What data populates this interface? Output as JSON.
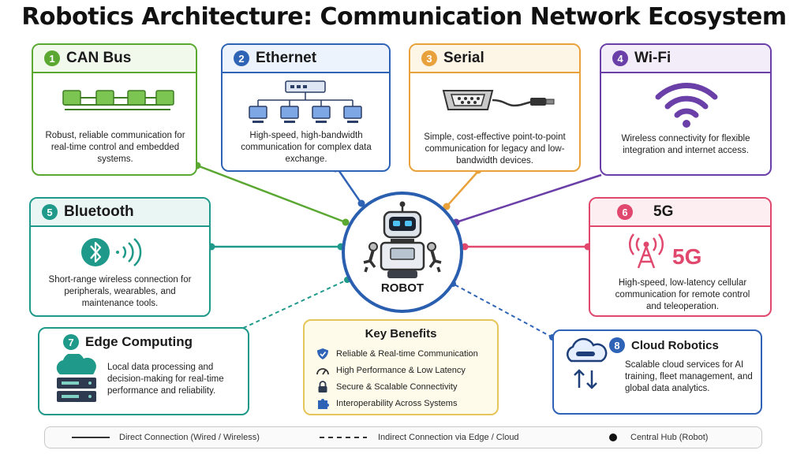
{
  "title": "Robotics Architecture: Communication Network Ecosystem",
  "hub": {
    "label": "ROBOT"
  },
  "cards": {
    "can": {
      "num": "1",
      "title": "CAN Bus",
      "desc": "Robust, reliable communication for real-time control and embedded systems.",
      "color": "#5aa832"
    },
    "ethernet": {
      "num": "2",
      "title": "Ethernet",
      "desc": "High-speed, high-bandwidth communication for complex data exchange.",
      "color": "#2f63b6"
    },
    "serial": {
      "num": "3",
      "title": "Serial",
      "desc": "Simple, cost-effective point-to-point communication for legacy and low-bandwidth devices.",
      "color": "#e9a23b"
    },
    "wifi": {
      "num": "4",
      "title": "Wi-Fi",
      "desc": "Wireless connectivity for flexible integration and internet access.",
      "color": "#6a3fa8"
    },
    "bluetooth": {
      "num": "5",
      "title": "Bluetooth",
      "desc": "Short-range wireless connection for peripherals, wearables, and maintenance tools.",
      "color": "#1f9a8a"
    },
    "fiveg": {
      "num": "6",
      "title": "5G",
      "icon_text": "5G",
      "desc": "High-speed, low-latency cellular communication for remote control and teleoperation.",
      "color": "#e0486e"
    },
    "edge": {
      "num": "7",
      "title": "Edge Computing",
      "desc": "Local data processing and decision-making for real-time performance and reliability.",
      "color": "#1f9a8a"
    },
    "cloud": {
      "num": "8",
      "title": "Cloud Robotics",
      "desc": "Scalable cloud services for AI training, fleet management, and global data analytics.",
      "color": "#2f63b6"
    }
  },
  "benefits": {
    "title": "Key Benefits",
    "items": [
      "Reliable & Real-time Communication",
      "High Performance & Low Latency",
      "Secure & Scalable Connectivity",
      "Interoperability Across Systems"
    ]
  },
  "legend": {
    "direct": "Direct Connection (Wired / Wireless)",
    "indirect": "Indirect Connection via Edge / Cloud",
    "hub": "Central Hub (Robot)"
  }
}
